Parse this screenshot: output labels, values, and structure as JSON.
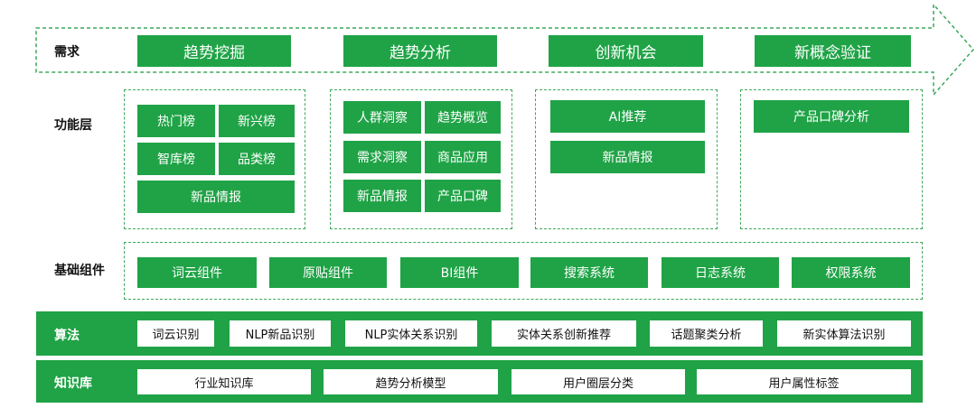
{
  "demand": {
    "label": "需求",
    "items": [
      "趋势挖掘",
      "趋势分析",
      "创新机会",
      "新概念验证"
    ]
  },
  "function_layer": {
    "label": "功能层",
    "group1": [
      "热门榜",
      "新兴榜",
      "智库榜",
      "品类榜",
      "新品情报"
    ],
    "group2": [
      "人群洞察",
      "趋势概览",
      "需求洞察",
      "商品应用",
      "新品情报",
      "产品口碑"
    ],
    "group3": [
      "AI推荐",
      "新品情报"
    ],
    "group4": [
      "产品口碑分析"
    ]
  },
  "base_components": {
    "label": "基础组件",
    "items": [
      "词云组件",
      "原贴组件",
      "BI组件",
      "搜索系统",
      "日志系统",
      "权限系统"
    ]
  },
  "algorithm": {
    "label": "算法",
    "items": [
      "词云识别",
      "NLP新品识别",
      "NLP实体关系识别",
      "实体关系创新推荐",
      "话题聚类分析",
      "新实体算法识别"
    ]
  },
  "knowledge": {
    "label": "知识库",
    "items": [
      "行业知识库",
      "趋势分析模型",
      "用户圈层分类",
      "用户属性标签"
    ]
  },
  "colors": {
    "green": "#1fa346",
    "dashed": "#3ea85c"
  }
}
